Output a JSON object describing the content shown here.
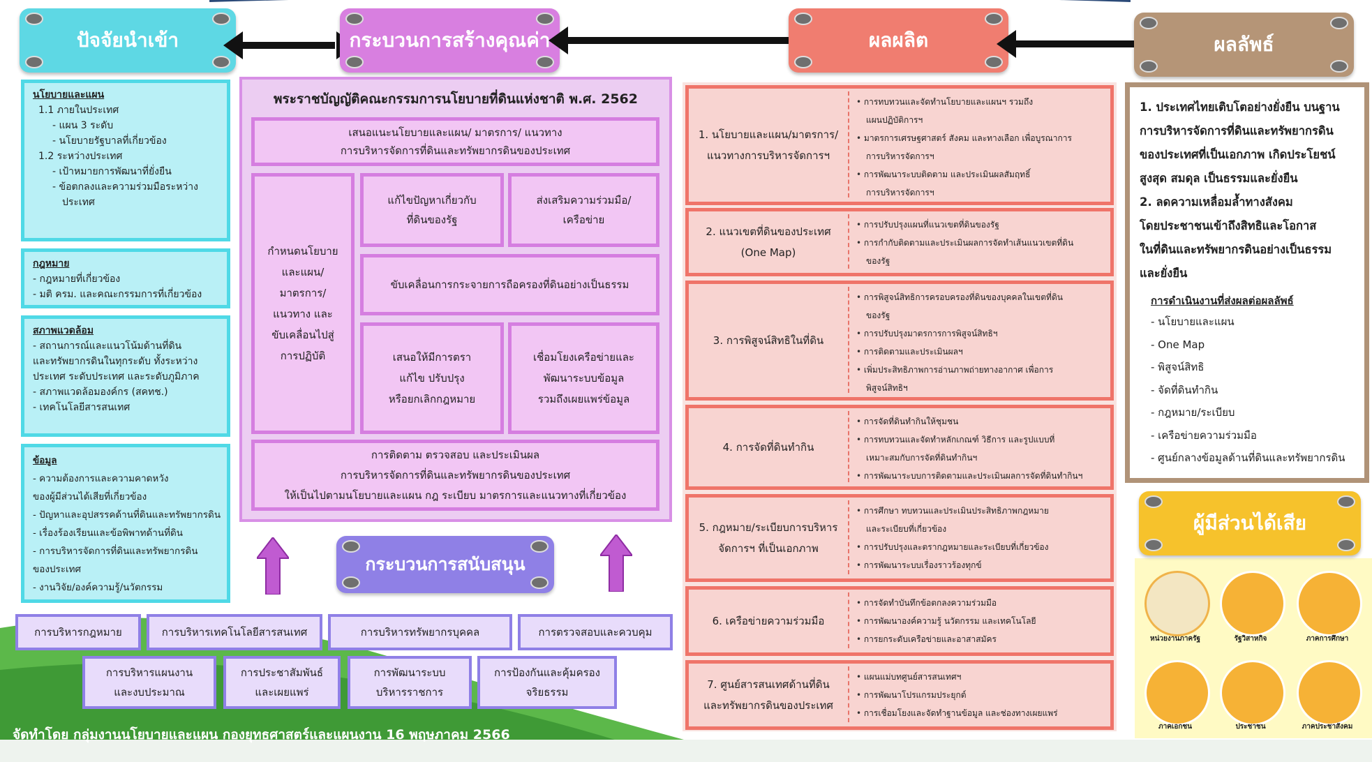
{
  "banners": {
    "inputs": "ปัจจัยนำเข้า",
    "process": "กระบวนการสร้างคุณค่า",
    "outputs": "ผลผลิต",
    "outcomes": "ผลลัพธ์",
    "support": "กระบวนการสนับสนุน",
    "stakeholders": "ผู้มีส่วนได้เสีย"
  },
  "inputs": {
    "policy": {
      "title": "นโยบายและแผน",
      "items": [
        "1.1 ภายในประเทศ",
        "- แผน 3 ระดับ",
        "- นโยบายรัฐบาลที่เกี่ยวข้อง",
        "1.2 ระหว่างประเทศ",
        "- เป้าหมายการพัฒนาที่ยั่งยืน",
        "- ข้อตกลงและความร่วมมือระหว่าง",
        "ประเทศ"
      ]
    },
    "law": {
      "title": "กฎหมาย",
      "items": [
        "- กฎหมายที่เกี่ยวข้อง",
        "- มติ ครม. และคณะกรรมการที่เกี่ยวข้อง"
      ]
    },
    "environment": {
      "title": "สภาพแวดล้อม",
      "items": [
        "- สถานการณ์และแนวโน้มด้านที่ดิน",
        "และทรัพยากรดินในทุกระดับ ทั้งระหว่าง",
        "ประเทศ ระดับประเทศ และระดับภูมิภาค",
        "- สภาพแวดล้อมองค์กร (สคทช.)",
        "- เทคโนโลยีสารสนเทศ"
      ]
    },
    "data": {
      "title": "ข้อมูล",
      "items": [
        "- ความต้องการและความคาดหวัง",
        "ของผู้มีส่วนได้เสียที่เกี่ยวข้อง",
        "- ปัญหาและอุปสรรคด้านที่ดินและทรัพยากรดิน",
        "- เรื่องร้องเรียนและข้อพิพาทด้านที่ดิน",
        "- การบริหารจัดการที่ดินและทรัพยากรดิน",
        "ของประเทศ",
        "- งานวิจัย/องค์ความรู้/นวัตกรรม"
      ]
    }
  },
  "process": {
    "title": "พระราชบัญญัติคณะกรรมการนโยบายที่ดินแห่งชาติ พ.ศ. 2562",
    "top": [
      "เสนอแนะนโยบายและแผน/ มาตรการ/ แนวทาง",
      "การบริหารจัดการที่ดินและทรัพยากรดินของประเทศ"
    ],
    "left": [
      "กำหนดนโยบาย",
      "และแผน/",
      "มาตรการ/",
      "แนวทาง และ",
      "ขับเคลื่อนไปสู่",
      "การปฏิบัติ"
    ],
    "solve": [
      "แก้ไขปัญหาเกี่ยวกับ",
      "ที่ดินของรัฐ"
    ],
    "promote": [
      "ส่งเสริมความร่วมมือ/",
      "เครือข่าย"
    ],
    "drive": "ขับเคลื่อนการกระจายการถือครองที่ดินอย่างเป็นธรรม",
    "propose": [
      "เสนอให้มีการตรา",
      "แก้ไข ปรับปรุง",
      "หรือยกเลิกกฎหมาย"
    ],
    "connect": [
      "เชื่อมโยงเครือข่ายและ",
      "พัฒนาระบบข้อมูล",
      "รวมถึงเผยแพร่ข้อมูล"
    ],
    "monitor": [
      "การติดตาม ตรวจสอบ และประเมินผล",
      "การบริหารจัดการที่ดินและทรัพยากรดินของประเทศ",
      "ให้เป็นไปตามนโยบายและแผน กฎ ระเบียบ มาตรการและแนวทางที่เกี่ยวข้อง"
    ]
  },
  "support_items": {
    "row1": [
      "การบริหารกฎหมาย",
      "การบริหารเทคโนโลยีสารสนเทศ",
      "การบริหารทรัพยากรบุคคล",
      "การตรวจสอบและควบคุม"
    ],
    "row2": [
      [
        "การบริหารแผนงาน",
        "และงบประมาณ"
      ],
      [
        "การประชาสัมพันธ์",
        "และเผยแพร่"
      ],
      [
        "การพัฒนาระบบ",
        "บริหารราชการ"
      ],
      [
        "การป้องกันและคุ้มครอง",
        "จริยธรรม"
      ]
    ]
  },
  "outputs": [
    {
      "title": [
        "1. นโยบายและแผน/มาตรการ/",
        "แนวทางการบริหารจัดการฯ"
      ],
      "bullets": [
        "การทบทวนและจัดทำนโยบายและแผนฯ รวมถึง",
        "แผนปฏิบัติการฯ",
        "มาตรการเศรษฐศาสตร์ สังคม และทางเลือก เพื่อบูรณาการ",
        "การบริหารจัดการฯ",
        "การพัฒนาระบบติดตาม และประเมินผลสัมฤทธิ์",
        "การบริหารจัดการฯ"
      ]
    },
    {
      "title": [
        "2. แนวเขตที่ดินของประเทศ",
        "(One Map)"
      ],
      "bullets": [
        "การปรับปรุงแผนที่แนวเขตที่ดินของรัฐ",
        "การกำกับติดตามและประเมินผลการจัดทำเส้นแนวเขตที่ดิน",
        "ของรัฐ"
      ]
    },
    {
      "title": [
        "3. การพิสูจน์สิทธิในที่ดิน"
      ],
      "bullets": [
        "การพิสูจน์สิทธิการครอบครองที่ดินของบุคคลในเขตที่ดิน",
        "ของรัฐ",
        "การปรับปรุงมาตรการการพิสูจน์สิทธิฯ",
        "การติดตามและประเมินผลฯ",
        "เพิ่มประสิทธิภาพการอ่านภาพถ่ายทางอากาศ เพื่อการ",
        "พิสูจน์สิทธิฯ"
      ]
    },
    {
      "title": [
        "4. การจัดที่ดินทำกิน"
      ],
      "bullets": [
        "การจัดที่ดินทำกินให้ชุมชน",
        "การทบทวนและจัดทำหลักเกณฑ์ วิธีการ และรูปแบบที่",
        "เหมาะสมกับการจัดที่ดินทำกินฯ",
        "การพัฒนาระบบการติดตามและประเมินผลการจัดที่ดินทำกินฯ"
      ]
    },
    {
      "title": [
        "5. กฎหมาย/ระเบียบการบริหาร",
        "จัดการฯ ที่เป็นเอกภาพ"
      ],
      "bullets": [
        "การศึกษา ทบทวนและประเมินประสิทธิภาพกฎหมาย",
        "และระเบียบที่เกี่ยวข้อง",
        "การปรับปรุงและตรากฎหมายและระเบียบที่เกี่ยวข้อง",
        "การพัฒนาระบบเรื่องราวร้องทุกข์"
      ]
    },
    {
      "title": [
        "6. เครือข่ายความร่วมมือ"
      ],
      "bullets": [
        "การจัดทำบันทึกข้อตกลงความร่วมมือ",
        "การพัฒนาองค์ความรู้ นวัตกรรม และเทคโนโลยี",
        "การยกระดับเครือข่ายและอาสาสมัคร"
      ]
    },
    {
      "title": [
        "7. ศูนย์สารสนเทศด้านที่ดิน",
        "และทรัพยากรดินของประเทศ"
      ],
      "bullets": [
        "แผนแม่บทศูนย์สารสนเทศฯ",
        "การพัฒนาโปรแกรมประยุกต์",
        "การเชื่อมโยงและจัดทำฐานข้อมูล และช่องทางเผยแพร่"
      ]
    }
  ],
  "outcomes": {
    "text": [
      "1. ประเทศไทยเติบโตอย่างยั่งยืน บนฐาน",
      "การบริหารจัดการที่ดินและทรัพยากรดิน",
      "ของประเทศที่เป็นเอกภาพ เกิดประโยชน์",
      "สูงสุด สมดุล เป็นธรรมและยั่งยืน",
      "2. ลดความเหลื่อมล้ำทางสังคม",
      "โดยประชาชนเข้าถึงสิทธิและโอกาส",
      "ในที่ดินและทรัพยากรดินอย่างเป็นธรรม",
      "และยั่งยืน"
    ],
    "ops_title": "การดำเนินงานที่ส่งผลต่อผลลัพธ์",
    "ops": [
      "- นโยบายและแผน",
      "- One Map",
      "- พิสูจน์สิทธิ",
      "- จัดที่ดินทำกิน",
      "- กฎหมาย/ระเบียบ",
      "- เครือข่ายความร่วมมือ",
      "- ศูนย์กลางข้อมูลด้านที่ดินและทรัพยากรดิน"
    ]
  },
  "stakeholders": [
    "หน่วยงานภาครัฐ",
    "รัฐวิสาหกิจ",
    "ภาคการศึกษา",
    "ภาคเอกชน",
    "ประชาชน",
    "ภาคประชาสังคม"
  ],
  "footer": "จัดทำโดย กลุ่มงานนโยบายและแผน กองยุทธศาสตร์และแผนงาน 16 พฤษภาคม 2566",
  "colors": {
    "cyan": "#5ed8e4",
    "pink": "#d87fe0",
    "salmon": "#f07d70",
    "tan": "#b59577",
    "yellow": "#f6c22c",
    "lavender": "#8f80e6"
  }
}
